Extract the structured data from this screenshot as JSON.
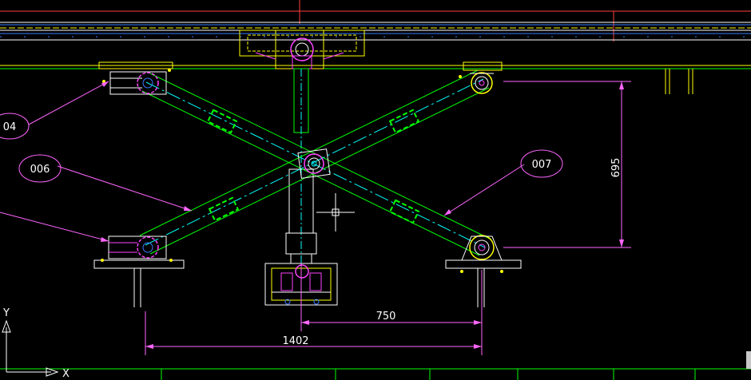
{
  "drawing": {
    "balloons": [
      {
        "id": "balloon-004",
        "label": "04"
      },
      {
        "id": "balloon-006",
        "label": "006"
      },
      {
        "id": "balloon-007",
        "label": "007"
      }
    ],
    "dimensions": {
      "height": "695",
      "offset": "750",
      "span": "1402"
    },
    "ucs": {
      "x_label": "X",
      "y_label": "Y"
    },
    "colors": {
      "background": "#000000",
      "frame": "#00ff00",
      "outline": "#ffff00",
      "dimension": "#ff66ff",
      "centerline": "#00ffff",
      "rail_blue": "#3b7bff"
    }
  }
}
